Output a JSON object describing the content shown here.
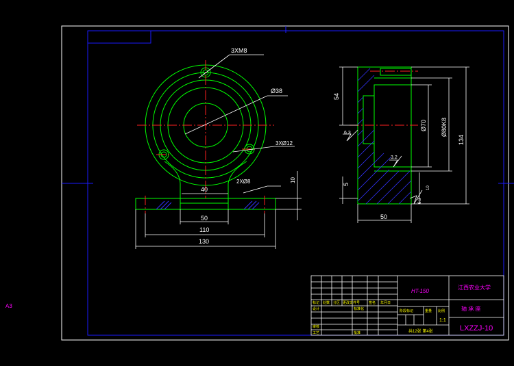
{
  "sheet": {
    "size_label": "A3",
    "colors": {
      "background": "#000000",
      "outline": "#00ff00",
      "frame": "#ffffff",
      "border": "#1a1aff",
      "center": "#ff2020",
      "dimension": "#ffffff",
      "title_text": "#ff00ff",
      "table_text": "#ffff00",
      "hatch": "#3333ff"
    }
  },
  "front_view": {
    "callout_holes_top": "3XM8",
    "callout_bore": "Ø38",
    "callout_holes_small": "3XØ12",
    "callout_base_holes": "2XØ8",
    "dim_slot": "40",
    "dim_height_base": "10",
    "dim_inner_width": "50",
    "dim_hole_spacing": "110",
    "dim_overall_width": "130"
  },
  "side_view": {
    "dim_top_depth": "54",
    "dim_bore": "Ø70",
    "dim_outer": "Ø80K8",
    "dim_total_height": "134",
    "dim_step": "5",
    "dim_width": "50",
    "dim_small_10": "10",
    "finish_1": "6.3",
    "finish_2": "3.2",
    "finish_3": "6.3"
  },
  "title_block": {
    "material": "HT-150",
    "school": "江西农业大学",
    "part_name": "轴 承 座",
    "drawing_no": "LXZZJ-10",
    "scale": "1:1",
    "sheet_info": "共12张 第4张",
    "col_labels": [
      "标记",
      "处数",
      "分区",
      "更改文件号",
      "签名",
      "年月日"
    ],
    "row_labels": [
      "设计",
      "标准化",
      "审核",
      "工艺",
      "批准"
    ],
    "mid_labels": [
      "阶段标记",
      "重量",
      "比例"
    ]
  }
}
